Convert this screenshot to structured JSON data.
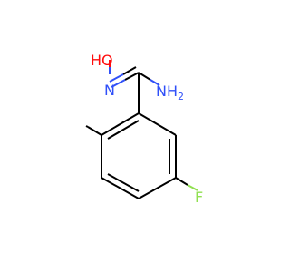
{
  "molecule": {
    "atoms": {
      "hydroxyl_label": "HO",
      "hydroxyl_o": "O",
      "hydroxyl_h": "H",
      "imine_n": "N",
      "amine_label": "NH",
      "amine_n": "N",
      "amine_h": "H",
      "amine_h_subscript": "2",
      "fluorine": "F"
    },
    "colors": {
      "bond": "#000000",
      "nitrogen": "#3050F8",
      "oxygen": "#FF0D0D",
      "fluorine": "#90E050",
      "background": "#FFFFFF"
    }
  }
}
